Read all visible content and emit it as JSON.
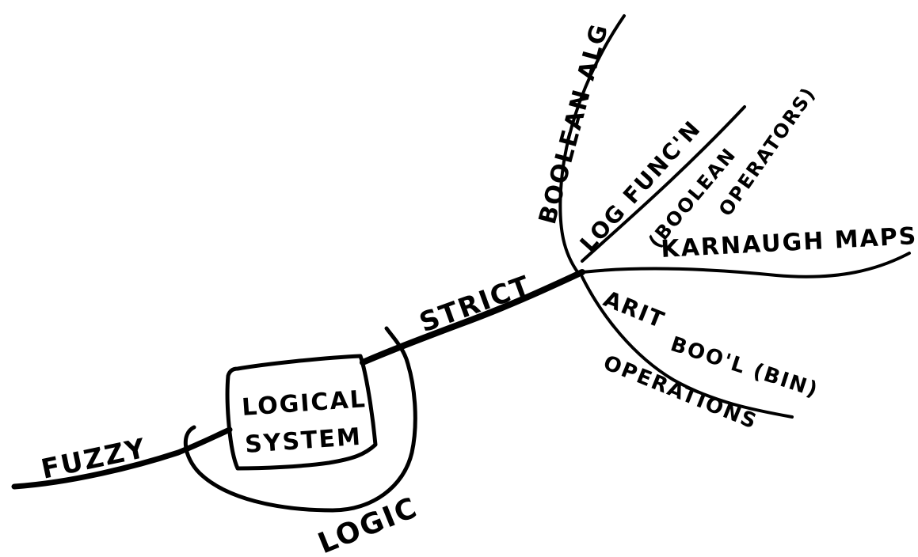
{
  "center": {
    "line1": "LOGICAL",
    "line2": "SYSTEM"
  },
  "branches": {
    "fuzzy": "FUZZY",
    "logic": "LOGIC",
    "strict": "STRICT",
    "boolean_alg": "BOOLEAN ALG",
    "log_func": "LOG FUNC'N",
    "boolean_ops_line1": "(BOOLEAN",
    "boolean_ops_line2": "OPERATORS)",
    "karnaugh": "KARNAUGH MAPS",
    "arit": "ARIT",
    "bool_bin": "BOO'L (BIN)",
    "operations": "OPERATIONS"
  },
  "colors": {
    "ink": "#000000",
    "paper": "#ffffff"
  }
}
